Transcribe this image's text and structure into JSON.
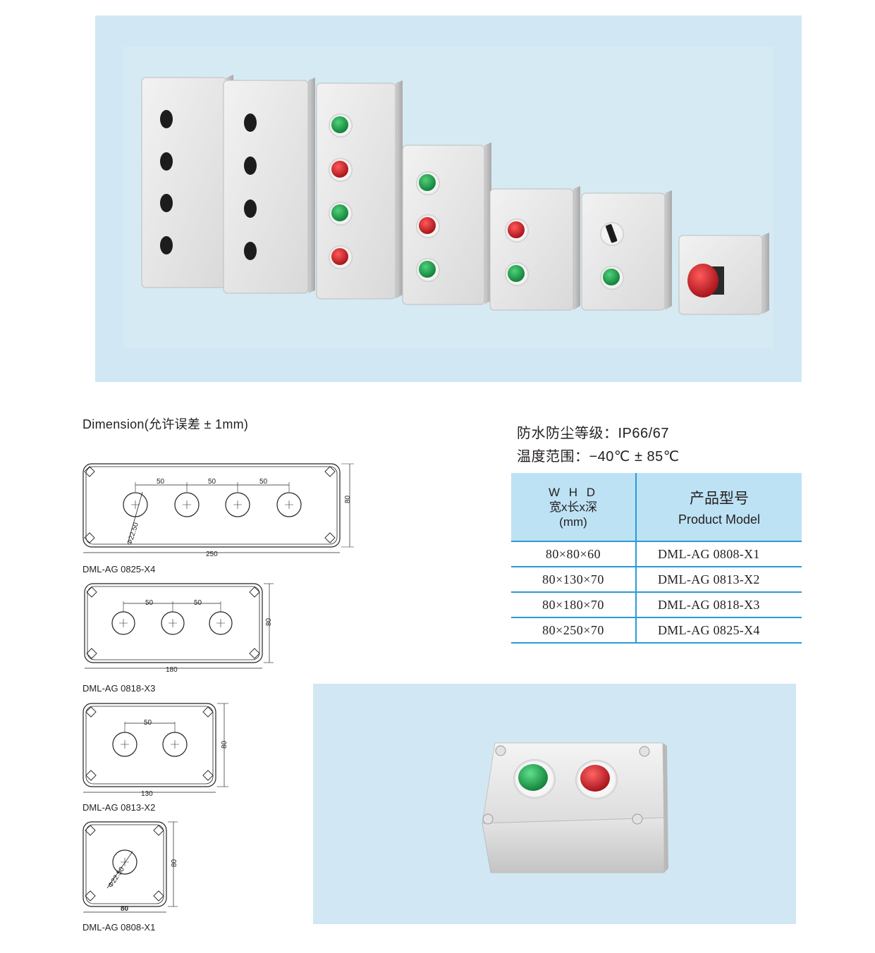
{
  "dimension": {
    "title": "Dimension(允许误差 ± 1mm)",
    "drawings": [
      {
        "model": "DML-AG 0825-X4",
        "width": "250",
        "height": "80",
        "spacing": "50",
        "hole": "Φ22.50"
      },
      {
        "model": "DML-AG 0818-X3",
        "width": "180",
        "height": "80",
        "spacing": "50"
      },
      {
        "model": "DML-AG 0813-X2",
        "width": "130",
        "height": "80",
        "spacing": "50"
      },
      {
        "model": "DML-AG 0808-X1",
        "width": "80",
        "height": "80",
        "hole": "Φ22.50"
      }
    ]
  },
  "specs": {
    "ip": "防水防尘等级：IP66/67",
    "temperature": "温度范围：−40℃ ± 85℃"
  },
  "table": {
    "header_whd": "W H D",
    "header_whd_zh": "宽x长x深",
    "header_unit": "(mm)",
    "header_model_zh": "产品型号",
    "header_model_en": "Product Model",
    "rows": [
      {
        "size": "80×80×60",
        "model": "DML-AG 0808-X1"
      },
      {
        "size": "80×130×70",
        "model": "DML-AG 0813-X2"
      },
      {
        "size": "80×180×70",
        "model": "DML-AG 0818-X3"
      },
      {
        "size": "80×250×70",
        "model": "DML-AG 0825-X4"
      }
    ]
  },
  "colors": {
    "photo_background": "#d1e8f4",
    "table_header": "#bde2f4",
    "table_rule": "#2a9ad6",
    "button_green": "#1ea34b",
    "button_red": "#d5202a"
  }
}
